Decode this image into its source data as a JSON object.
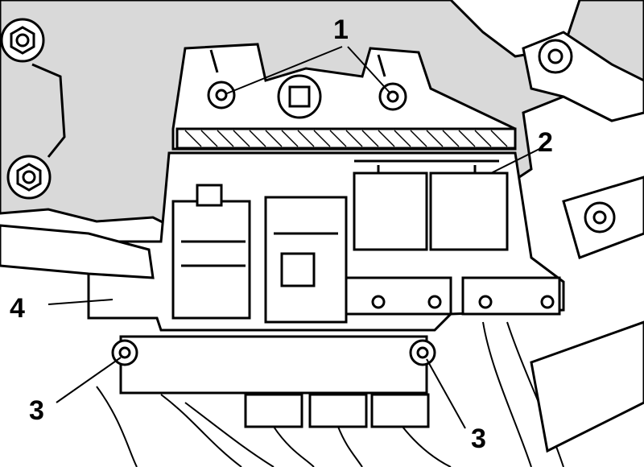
{
  "callouts": {
    "one": "1",
    "two": "2",
    "three_left": "3",
    "three_right": "3",
    "four": "4"
  },
  "colors": {
    "panel": "#d9d9d9",
    "line": "#000000",
    "background": "#ffffff"
  }
}
